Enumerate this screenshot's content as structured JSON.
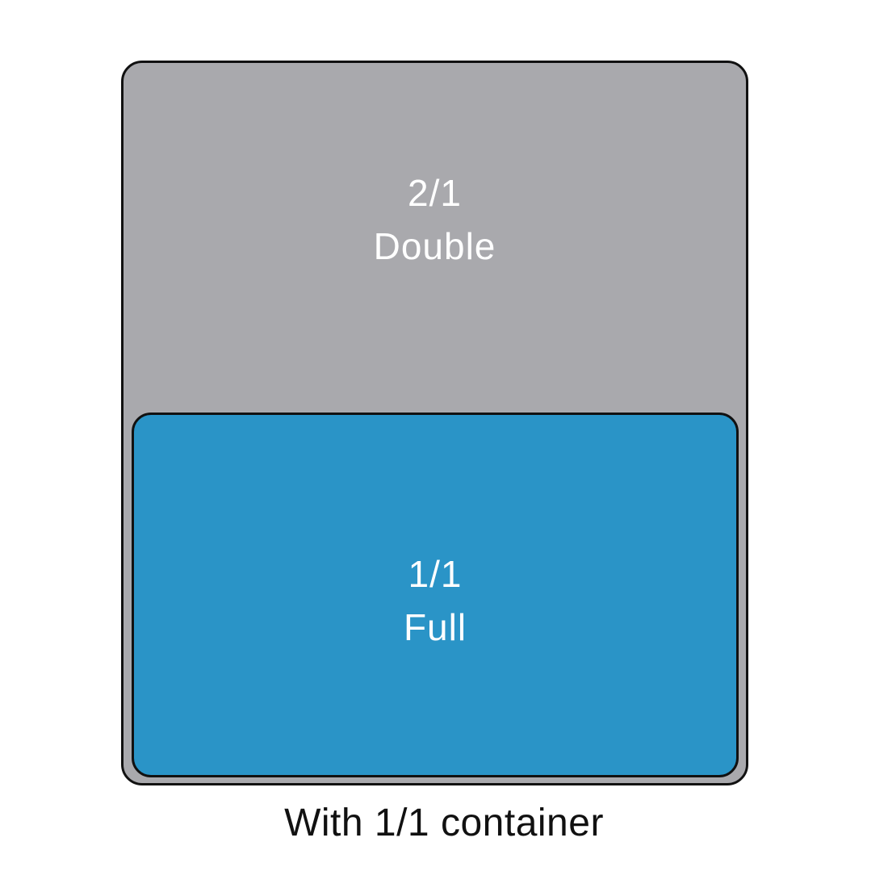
{
  "diagram": {
    "double_pan": {
      "size": "2/1",
      "name": "Double"
    },
    "full_pan": {
      "size": "1/1",
      "name": "Full"
    },
    "caption": "With 1/1 container"
  },
  "colors": {
    "background": "#ffffff",
    "double_pan_fill": "#a9a9ad",
    "full_pan_fill": "#2a94c7",
    "outline": "#111111",
    "pan_label_text": "#ffffff",
    "caption_text": "#111111"
  }
}
